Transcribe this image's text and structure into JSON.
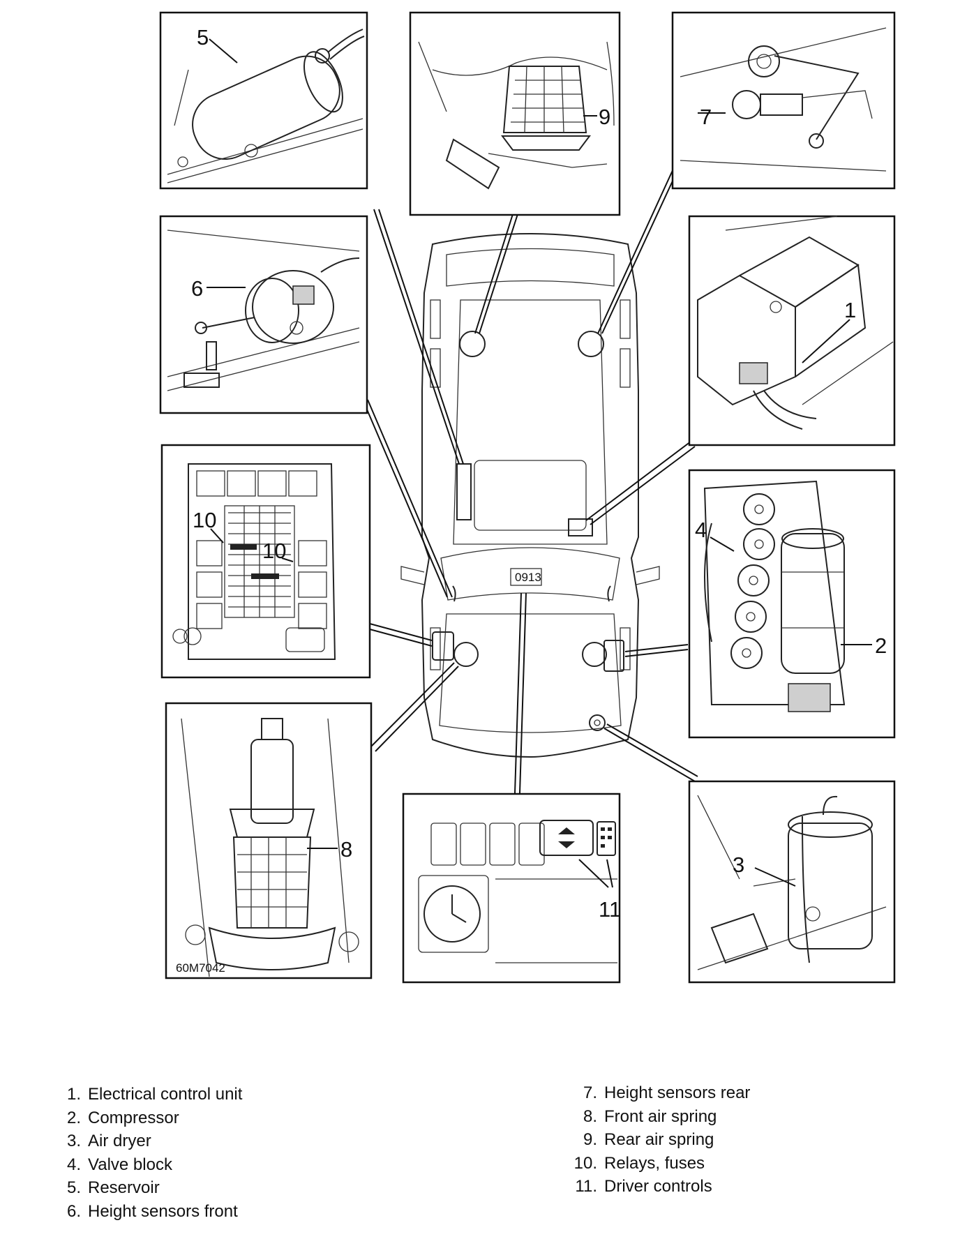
{
  "figure_code": "60M7042",
  "dash_label": "0913",
  "callouts": {
    "c1": "1",
    "c2": "2",
    "c3": "3",
    "c4": "4",
    "c5": "5",
    "c6": "6",
    "c7": "7",
    "c8": "8",
    "c9": "9",
    "c10a": "10",
    "c10b": "10",
    "c11": "11"
  },
  "legend_left": [
    {
      "num": "1.",
      "label": "Electrical control unit"
    },
    {
      "num": "2.",
      "label": "Compressor"
    },
    {
      "num": "3.",
      "label": "Air dryer"
    },
    {
      "num": "4.",
      "label": "Valve block"
    },
    {
      "num": "5.",
      "label": "Reservoir"
    },
    {
      "num": "6.",
      "label": "Height sensors front"
    }
  ],
  "legend_right": [
    {
      "num": "7.",
      "label": "Height sensors rear"
    },
    {
      "num": "8.",
      "label": "Front air spring"
    },
    {
      "num": "9.",
      "label": "Rear air spring"
    },
    {
      "num": "10.",
      "label": "Relays, fuses"
    },
    {
      "num": "11.",
      "label": "Driver controls"
    }
  ]
}
